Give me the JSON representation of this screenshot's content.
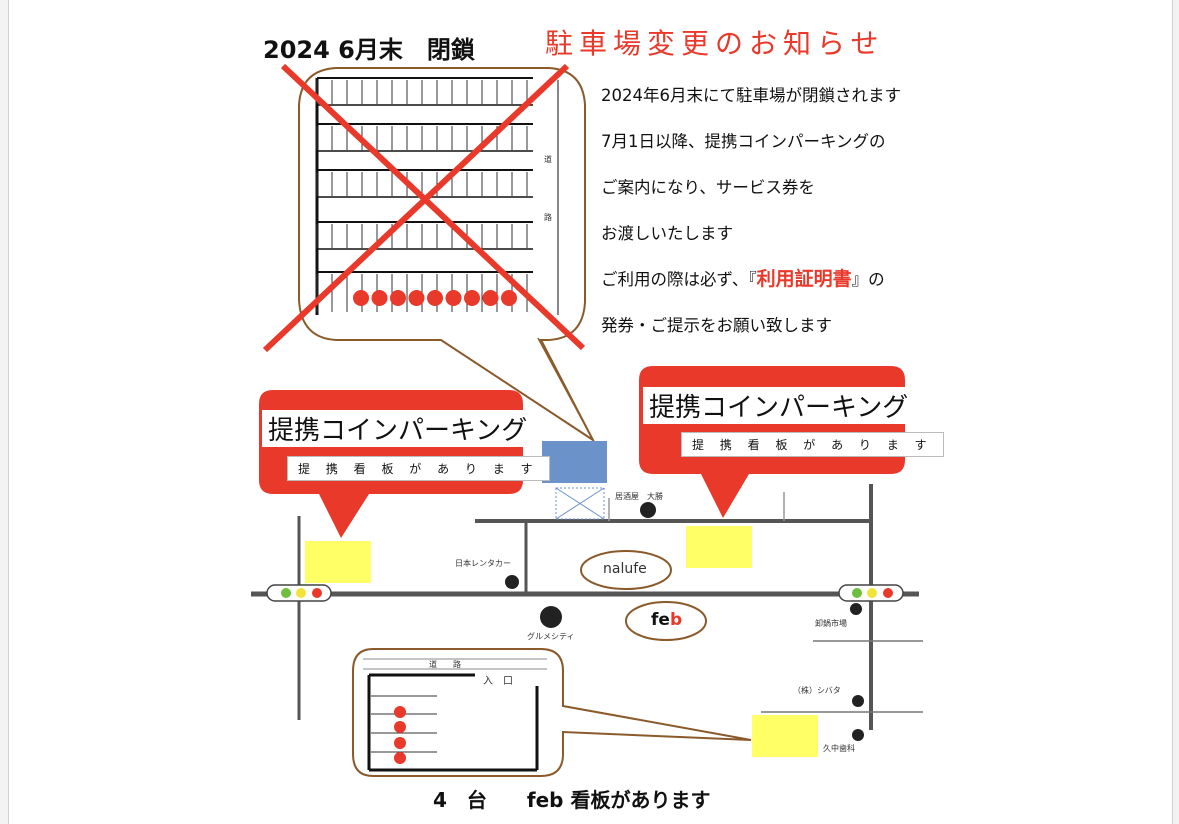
{
  "header": {
    "closure_notice": "2024 6月末　閉鎖",
    "notice_title": "駐車場変更のお知らせ"
  },
  "notice": {
    "line1": "2024年6月末にて駐車場が閉鎖されます",
    "line2": "7月1日以降、提携コインパーキングの",
    "line3": "ご案内になり、サービス券を",
    "line4": "お渡しいたします",
    "line5_pre": "ご利用の際は必ず、『",
    "line5_hl": "利用証明書",
    "line5_post": "』の",
    "line6": "発券・ご提示をお願い致します"
  },
  "old_lot": {
    "road_label_1": "道",
    "road_label_2": "路"
  },
  "callouts": {
    "left_title": "提携コインパーキング",
    "left_sub": "提 携 看 板 が あ り ま す",
    "right_title": "提携コインパーキング",
    "right_sub": "提 携 看 板 が あ り ま す"
  },
  "map": {
    "izakaya": "居酒屋　大勝",
    "rental": "日本レンタカー",
    "nalufe": "nalufe",
    "feb_f": "fe",
    "feb_b": "b",
    "gourmet": "グルメシティ",
    "market": "卸鍋市場",
    "shibata": "（株）シバタ",
    "dental": "久中歯科"
  },
  "feb_lot": {
    "road": "道　　路",
    "entrance": "入　口"
  },
  "footer": {
    "caption": "4　台　　feb 看板があります"
  },
  "colors": {
    "accent_red": "#e8392a",
    "callout_brown": "#8b5a2b",
    "parking_yellow": "#ffff66",
    "building_blue": "#6b93c9"
  }
}
